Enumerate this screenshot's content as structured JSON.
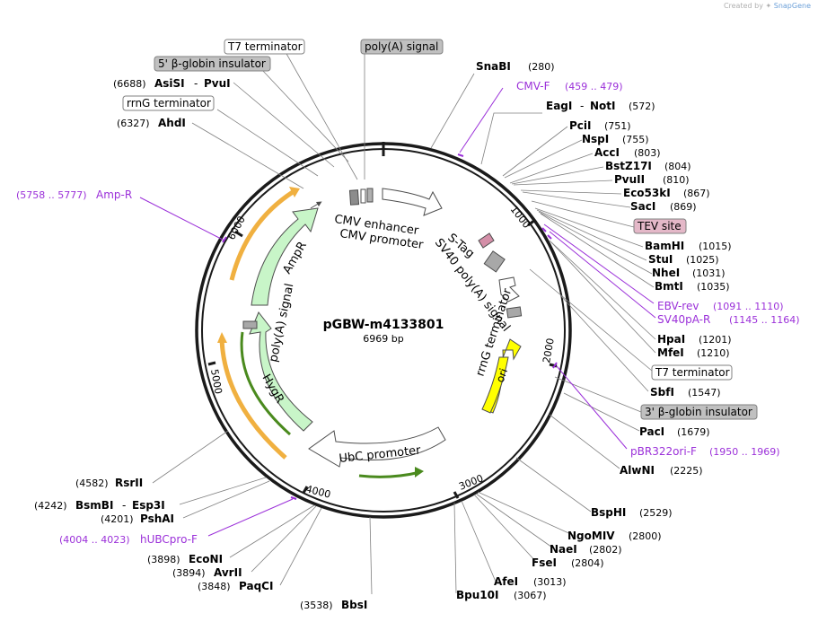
{
  "watermark": {
    "created_by": "Created by",
    "brand": "SnapGene"
  },
  "plasmid": {
    "name": "pGBW-m4133801",
    "size_label": "6969 bp",
    "total_bp": 6969
  },
  "ring_ticks": [
    {
      "label": "1000"
    },
    {
      "label": "2000"
    },
    {
      "label": "3000"
    },
    {
      "label": "4000"
    },
    {
      "label": "5000"
    },
    {
      "label": "6000"
    }
  ],
  "enzymes_right": [
    {
      "name": "SnaBI",
      "pos": "(280)"
    },
    {
      "name": "EagI",
      "name2": "NotI",
      "pos": "(572)"
    },
    {
      "name": "PciI",
      "pos": "(751)"
    },
    {
      "name": "NspI",
      "pos": "(755)"
    },
    {
      "name": "AccI",
      "pos": "(803)"
    },
    {
      "name": "BstZ17I",
      "pos": "(804)"
    },
    {
      "name": "PvuII",
      "pos": "(810)"
    },
    {
      "name": "Eco53kI",
      "pos": "(867)"
    },
    {
      "name": "SacI",
      "pos": "(869)"
    },
    {
      "name": "BamHI",
      "pos": "(1015)"
    },
    {
      "name": "StuI",
      "pos": "(1025)"
    },
    {
      "name": "NheI",
      "pos": "(1031)"
    },
    {
      "name": "BmtI",
      "pos": "(1035)"
    },
    {
      "name": "HpaI",
      "pos": "(1201)"
    },
    {
      "name": "MfeI",
      "pos": "(1210)"
    },
    {
      "name": "SbfI",
      "pos": "(1547)"
    },
    {
      "name": "PacI",
      "pos": "(1679)"
    },
    {
      "name": "AlwNI",
      "pos": "(2225)"
    },
    {
      "name": "BspHI",
      "pos": "(2529)"
    },
    {
      "name": "NgoMIV",
      "pos": "(2800)"
    },
    {
      "name": "NaeI",
      "pos": "(2802)"
    },
    {
      "name": "FseI",
      "pos": "(2804)"
    },
    {
      "name": "AfeI",
      "pos": "(3013)"
    },
    {
      "name": "Bpu10I",
      "pos": "(3067)"
    }
  ],
  "enzymes_left": [
    {
      "name": "AsiSI",
      "name2": "PvuI",
      "pos": "(6688)"
    },
    {
      "name": "AhdI",
      "pos": "(6327)"
    },
    {
      "name": "RsrII",
      "pos": "(4582)"
    },
    {
      "name": "BsmBI",
      "name2": "Esp3I",
      "pos": "(4242)"
    },
    {
      "name": "PshAI",
      "pos": "(4201)"
    },
    {
      "name": "EcoNI",
      "pos": "(3898)"
    },
    {
      "name": "AvrII",
      "pos": "(3894)"
    },
    {
      "name": "PaqCI",
      "pos": "(3848)"
    },
    {
      "name": "BbsI",
      "pos": "(3538)"
    }
  ],
  "primers": [
    {
      "name": "CMV-F",
      "range": "(459 .. 479)"
    },
    {
      "name": "EBV-rev",
      "range": "(1091 .. 1110)"
    },
    {
      "name": "SV40pA-R",
      "range": "(1145 .. 1164)"
    },
    {
      "name": "pBR322ori-F",
      "range": "(1950 .. 1969)"
    },
    {
      "name": "hUBCpro-F",
      "range": "(4004 .. 4023)"
    },
    {
      "name": "Amp-R",
      "range": "(5758 .. 5777)"
    }
  ],
  "boxed_labels": {
    "t7_top": "T7 terminator",
    "polya_top": "poly(A) signal",
    "globin_5": "5' β-globin insulator",
    "rrng_top": "rrnG terminator",
    "tev": "TEV site",
    "t7_right": "T7 terminator",
    "globin_3": "3' β-globin insulator"
  },
  "inner_labels": {
    "cmv_enhancer": "CMV enhancer",
    "cmv_promoter": "CMV promoter",
    "stag": "S-Tag",
    "sv40": "SV40 poly(A) signal",
    "rrng": "rrnG terminator",
    "ori": "ori",
    "ubc": "UbC promoter",
    "hygr": "HygR",
    "polya": "poly(A) signal",
    "ampr": "AmpR"
  },
  "colors": {
    "enzyme": "#000000",
    "primer": "#9b30d9",
    "feature_outline": "#4d4d4d",
    "cds_fill": "#c8f5c8",
    "ori_fill": "#ffff00",
    "box_gray": "#c0c0c0",
    "tev_pink": "#e4b8c8",
    "stag_pink": "#d48fa8",
    "orange_arrow": "#f0b040",
    "green_arrow": "#4a8a1e"
  }
}
